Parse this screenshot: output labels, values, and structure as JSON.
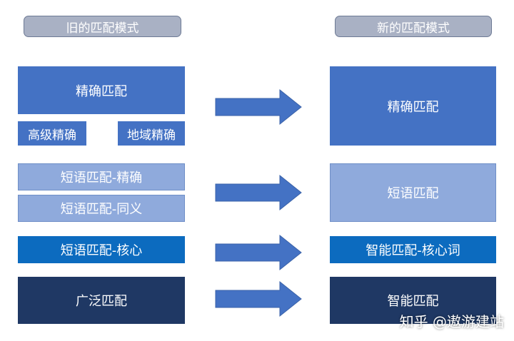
{
  "headers": {
    "old": "旧的匹配模式",
    "new": "新的匹配模式"
  },
  "old_modes": {
    "exact": "精确匹配",
    "high_exact": "高级精确",
    "region_exact": "地域精确",
    "phrase_exact": "短语匹配-精确",
    "phrase_synonym": "短语匹配-同义",
    "phrase_core": "短语匹配-核心",
    "broad": "广泛匹配"
  },
  "new_modes": {
    "exact": "精确匹配",
    "phrase": "短语匹配",
    "smart_core": "智能匹配-核心词",
    "smart": "智能匹配"
  },
  "watermark": "知乎 @遨游建站",
  "colors": {
    "exact": "#4472c4",
    "phrase": "#8faadc",
    "core": "#0c6bbf",
    "broad": "#1f3864",
    "arrow": "#4472c4",
    "header": "#a9b1c4"
  }
}
